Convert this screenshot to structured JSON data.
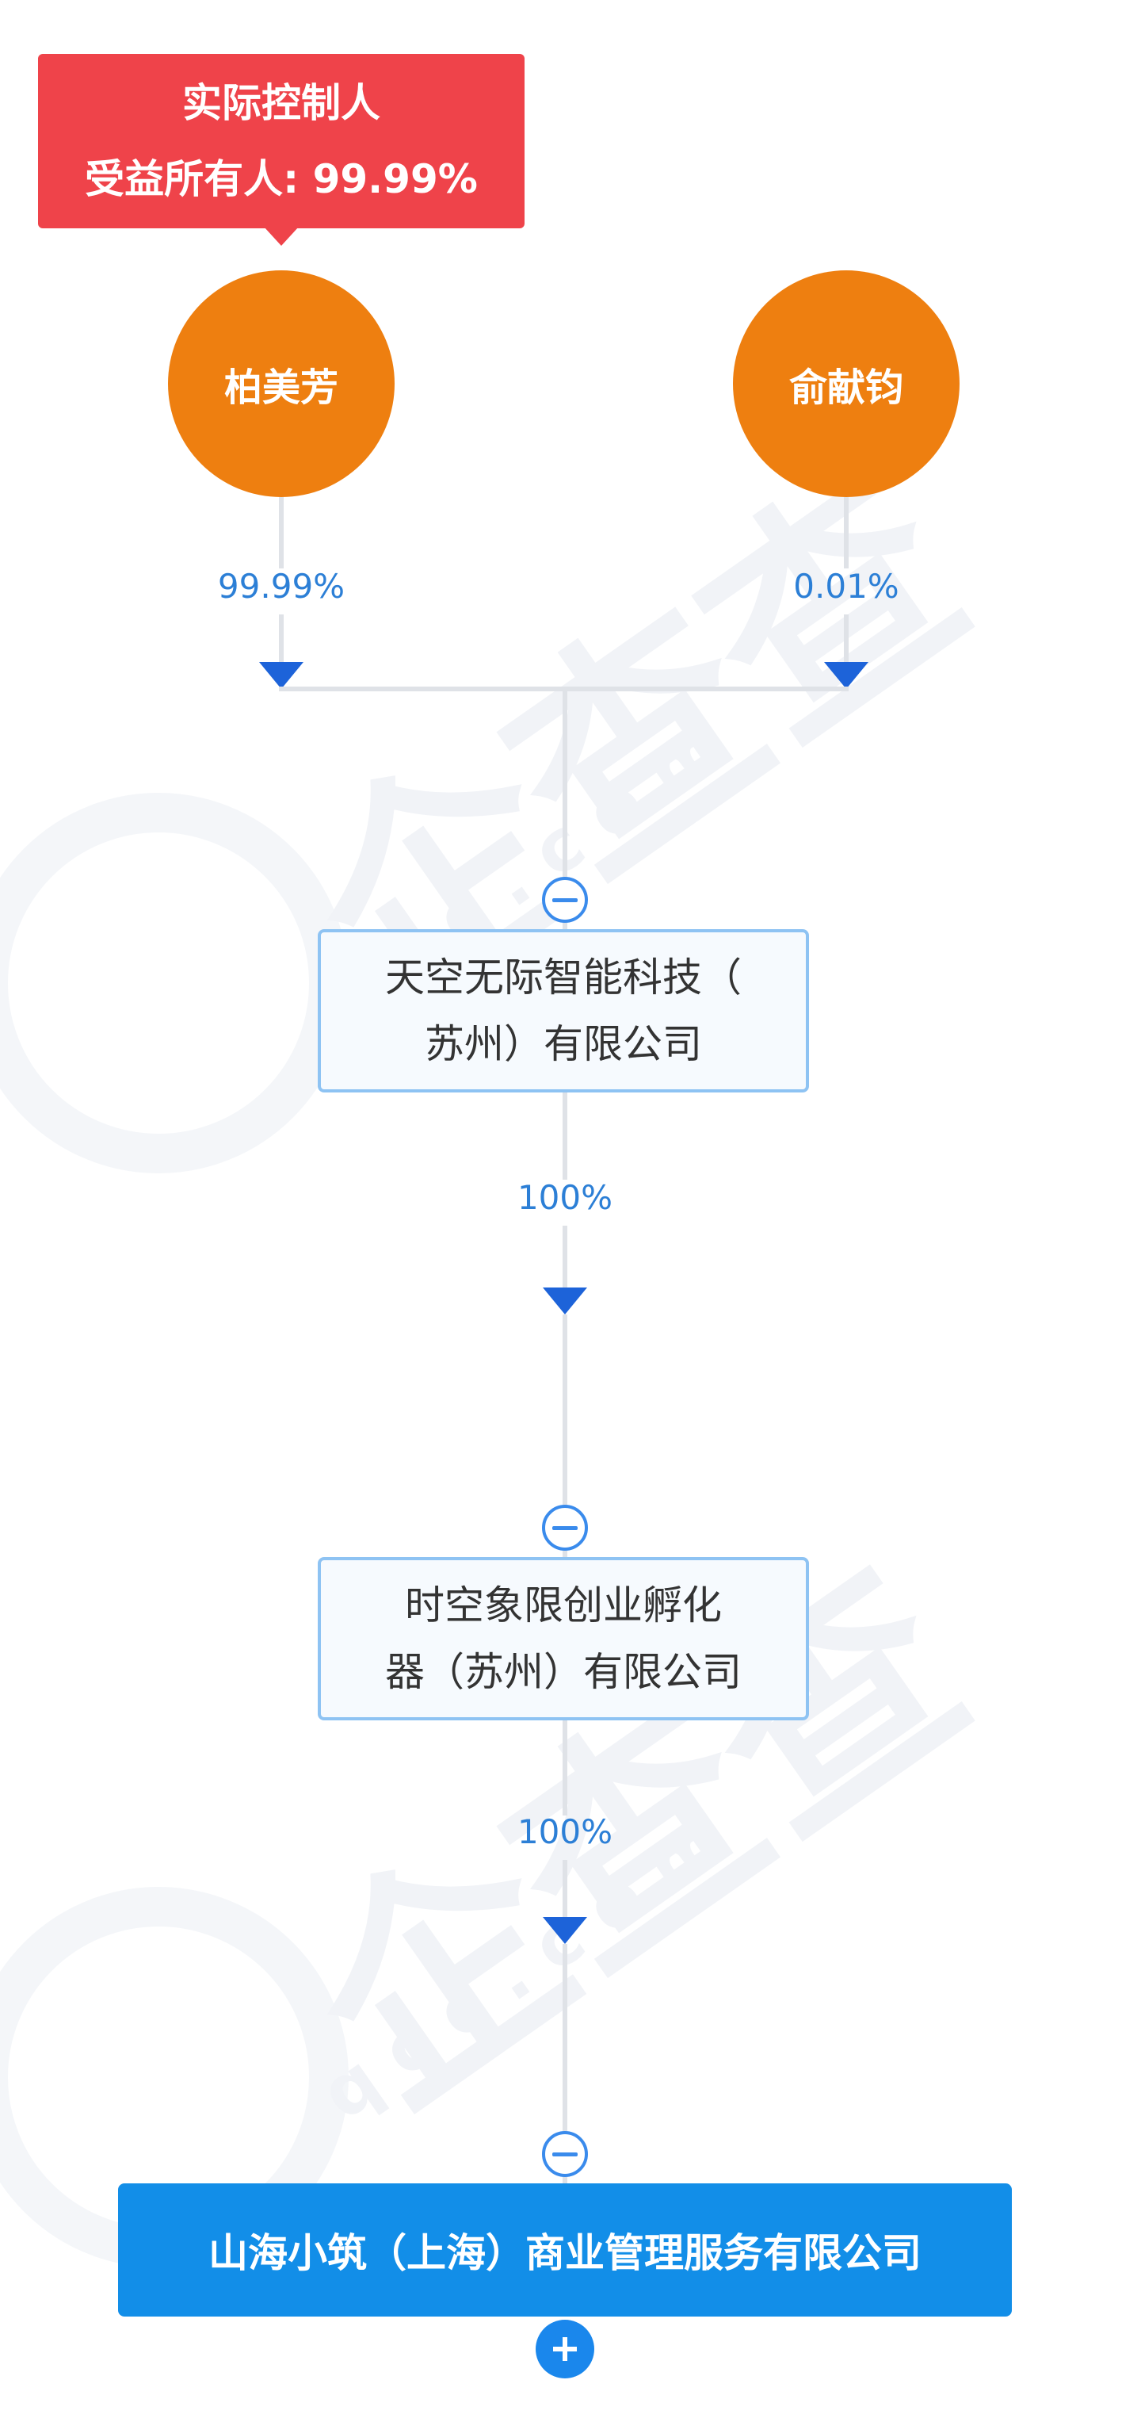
{
  "controller_tag": {
    "title": "实际控制人",
    "beneficiary": "受益所有人: 99.99%"
  },
  "shareholders": [
    {
      "name": "柏美芳",
      "percent": "99.99%"
    },
    {
      "name": "俞献钧",
      "percent": "0.01%"
    }
  ],
  "chain": [
    {
      "name_line1": "天空无际智能科技（",
      "name_line2": "苏州）有限公司",
      "percent_to_next": "100%"
    },
    {
      "name_line1": "时空象限创业孵化",
      "name_line2": "器（苏州）有限公司",
      "percent_to_next": "100%"
    }
  ],
  "target_company": "山海小筑（上海）商业管理服务有限公司",
  "colors": {
    "tag_red": "#ef434a",
    "person_orange": "#ee7f10",
    "percent_blue": "#2c7fd6",
    "arrow_blue": "#1d63d9",
    "target_blue": "#128ee8",
    "company_border": "#8ec3f3"
  },
  "icons": {
    "collapse": "minus-circle-icon",
    "expand": "plus-circle-icon",
    "arrow": "arrow-down-icon"
  }
}
